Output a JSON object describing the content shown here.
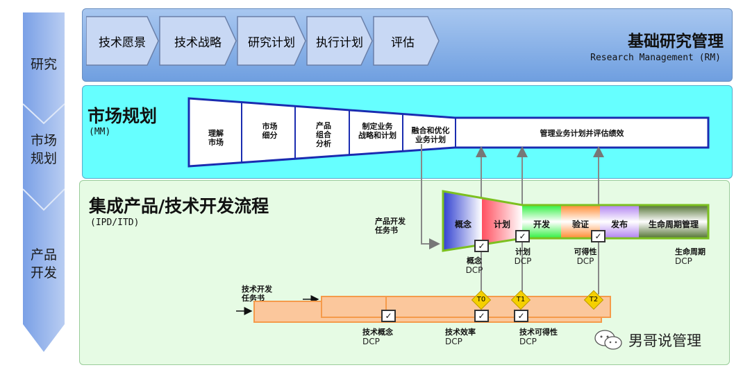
{
  "sidebar": {
    "items": [
      {
        "label": "研究"
      },
      {
        "label": "市场\n规划"
      },
      {
        "label": "产品\n开发"
      }
    ]
  },
  "research": {
    "steps": [
      "技术愿景",
      "技术战略",
      "研究计划",
      "执行计划",
      "评估"
    ],
    "title": "基础研究管理",
    "subtitle": "Research Management (RM)"
  },
  "market": {
    "title": "市场规划",
    "subtitle": "(MM)",
    "stages": [
      "理解\n市场",
      "市场\n细分",
      "产品\n组合\n分析",
      "制定业务\n战略和计划",
      "融合和优化\n业务计划",
      "管理业务计划并评估绩效"
    ]
  },
  "ipd": {
    "title": "集成产品/技术开发流程",
    "subtitle": "(IPD/ITD)",
    "task_label": "产品开发\n任务书",
    "phases": [
      "概念",
      "计划",
      "开发",
      "验证",
      "发布",
      "生命周期管理"
    ],
    "dcps": [
      {
        "name": "概念",
        "code": "DCP"
      },
      {
        "name": "计划",
        "code": "DCP"
      },
      {
        "name": "可得性",
        "code": "DCP"
      },
      {
        "name": "生命周期",
        "code": "DCP"
      }
    ]
  },
  "itd": {
    "task_label": "技术开发\n任务书",
    "milestones": [
      "T0",
      "T1",
      "T2"
    ],
    "dcps": [
      {
        "name": "技术概念",
        "code": "DCP"
      },
      {
        "name": "技术效率",
        "code": "DCP"
      },
      {
        "name": "技术可得性",
        "code": "DCP"
      }
    ]
  },
  "check_glyph": "✓",
  "watermark": "男哥说管理"
}
